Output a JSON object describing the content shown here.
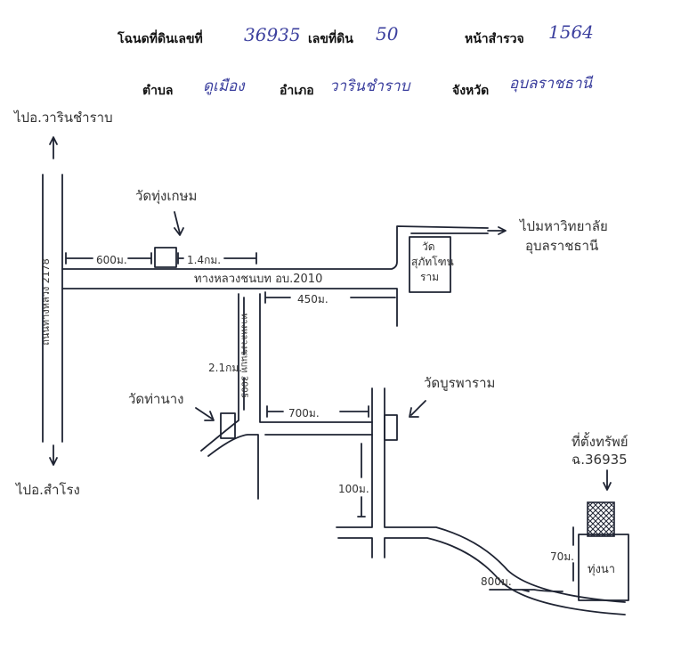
{
  "header": {
    "deed_no_label": "โฉนดที่ดินเลขที่",
    "deed_no_value": "36935",
    "land_no_label": "เลขที่ดิน",
    "land_no_value": "50",
    "survey_page_label": "หน้าสำรวจ",
    "survey_page_value": "1564",
    "subdistrict_label": "ตำบล",
    "subdistrict_value": "ดูเมือง",
    "district_label": "อำเภอ",
    "district_value": "วารินชำราบ",
    "province_label": "จังหวัด",
    "province_value": "อุบลราชธานี"
  },
  "map": {
    "to_warin": "ไปอ.วารินชำราบ",
    "to_samrong": "ไปอ.สำโรง",
    "to_university_line1": "ไปมหาวิทยาลัย",
    "to_university_line2": "อุบลราชธานี",
    "highway_2178": "ถนนทางหลวง 2178",
    "rural_road_2010": "ทางหลวงชนบท อบ.2010",
    "rural_road_3005": "ทางหลวงชนบท 3005",
    "wat_thung_kasem": "วัดทุ่งเกษม",
    "wat_supattanaram": [
      "วัด",
      "สุภัทโฑน",
      "ราม"
    ],
    "wat_tha_nang": "วัดท่านาง",
    "wat_bupparam": "วัดบูรพาราม",
    "property_line1": "ที่ตั้งทรัพย์",
    "property_line2": "ฉ.36935",
    "rice_field": "ทุ่งนา",
    "dist_600m": "600ม.",
    "dist_1_4km": "1.4กม.",
    "dist_450m": "450ม.",
    "dist_2_1km": "2.1กม.",
    "dist_700m": "700ม.",
    "dist_100m": "100ม.",
    "dist_800m": "800ม.",
    "dist_70m": "70ม."
  }
}
